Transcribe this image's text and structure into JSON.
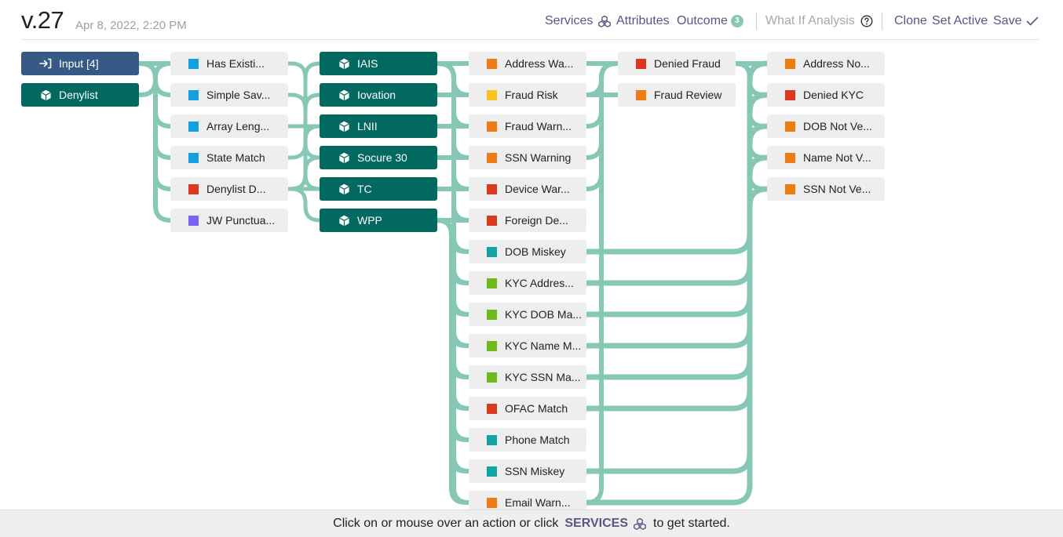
{
  "header": {
    "version": "v.27",
    "timestamp": "Apr 8, 2022, 2:20 PM",
    "services_label": "Services",
    "attributes_label": "Attributes",
    "outcome_label": "Outcome",
    "outcome_count": "3",
    "what_if_label": "What If Analysis",
    "clone_label": "Clone",
    "set_active_label": "Set Active",
    "save_label": "Save"
  },
  "colors": {
    "accent": "#5b5583",
    "link": "#86c8b5",
    "teal": "#01695f",
    "navy": "#365a85",
    "blue": "#139fe0",
    "red": "#d93a1f",
    "orange": "#ee7b14",
    "yellow": "#f7c51d",
    "cyan": "#14a3a3",
    "green": "#6fba1a",
    "purple": "#7a65f0"
  },
  "flow": {
    "inputs": [
      {
        "label": "Input [4]",
        "icon": "login-arrow-icon"
      },
      {
        "label": "Denylist",
        "icon": "cube-icon"
      }
    ],
    "attributes": [
      {
        "label": "Has Existi...",
        "color": "blue"
      },
      {
        "label": "Simple Sav...",
        "color": "blue"
      },
      {
        "label": "Array Leng...",
        "color": "blue"
      },
      {
        "label": "State Match",
        "color": "blue"
      },
      {
        "label": "Denylist D...",
        "color": "red"
      },
      {
        "label": "JW Punctua...",
        "color": "purple"
      }
    ],
    "services": [
      {
        "label": "IAIS",
        "icon": "cube-icon"
      },
      {
        "label": "Iovation",
        "icon": "cube-icon"
      },
      {
        "label": "LNII",
        "icon": "cube-icon"
      },
      {
        "label": "Socure 30",
        "icon": "cube-icon"
      },
      {
        "label": "TC",
        "icon": "cube-icon"
      },
      {
        "label": "WPP",
        "icon": "cube-icon"
      }
    ],
    "rules": [
      {
        "label": "Address Wa...",
        "color": "orange"
      },
      {
        "label": "Fraud Risk",
        "color": "yellow"
      },
      {
        "label": "Fraud Warn...",
        "color": "orange"
      },
      {
        "label": "SSN Warning",
        "color": "orange"
      },
      {
        "label": "Device War...",
        "color": "red"
      },
      {
        "label": "Foreign De...",
        "color": "red"
      },
      {
        "label": "DOB Miskey",
        "color": "cyan"
      },
      {
        "label": "KYC Addres...",
        "color": "green"
      },
      {
        "label": "KYC DOB Ma...",
        "color": "green"
      },
      {
        "label": "KYC Name M...",
        "color": "green"
      },
      {
        "label": "KYC SSN Ma...",
        "color": "green"
      },
      {
        "label": "OFAC Match",
        "color": "red"
      },
      {
        "label": "Phone Match",
        "color": "cyan"
      },
      {
        "label": "SSN Miskey",
        "color": "cyan"
      },
      {
        "label": "Email Warn...",
        "color": "orange"
      }
    ],
    "decisions": [
      {
        "label": "Denied Fraud",
        "color": "red"
      },
      {
        "label": "Fraud Review",
        "color": "orange"
      }
    ],
    "outcomes": [
      {
        "label": "Address No...",
        "color": "orange"
      },
      {
        "label": "Denied KYC",
        "color": "red"
      },
      {
        "label": "DOB Not Ve...",
        "color": "orange"
      },
      {
        "label": "Name Not V...",
        "color": "orange"
      },
      {
        "label": "SSN Not Ve...",
        "color": "orange"
      }
    ]
  },
  "footer": {
    "prefix": "Click on or mouse over an action or click",
    "services_link": "SERVICES",
    "suffix": "to get started."
  }
}
